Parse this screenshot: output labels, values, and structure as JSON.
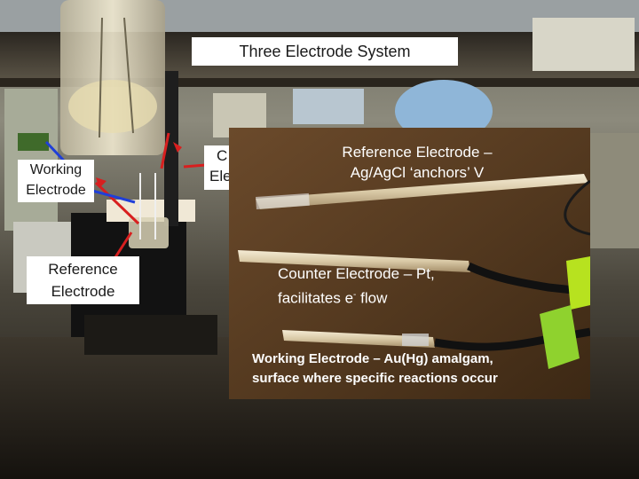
{
  "title": "Three Electrode System",
  "photo_labels": {
    "working": "Working Electrode",
    "reference": "Reference Electrode",
    "counter_partial_line1": "C",
    "counter_partial_line2": "Ele"
  },
  "inset": {
    "reference_line1": "Reference Electrode –",
    "reference_line2": "Ag/AgCl ‘anchors’ V",
    "counter_line1": "Counter Electrode – Pt,",
    "counter_line2_pre": "facilitates e",
    "counter_line2_sup": "-",
    "counter_line2_post": " flow",
    "working_line1": "Working Electrode – Au(Hg) amalgam,",
    "working_line2": "surface where specific reactions occur"
  },
  "colors": {
    "arrow": "#d81f1f",
    "arrow_blue": "#1f3fd8",
    "title_bg": "#ffffff",
    "inset_bg": "#5a3d22"
  }
}
